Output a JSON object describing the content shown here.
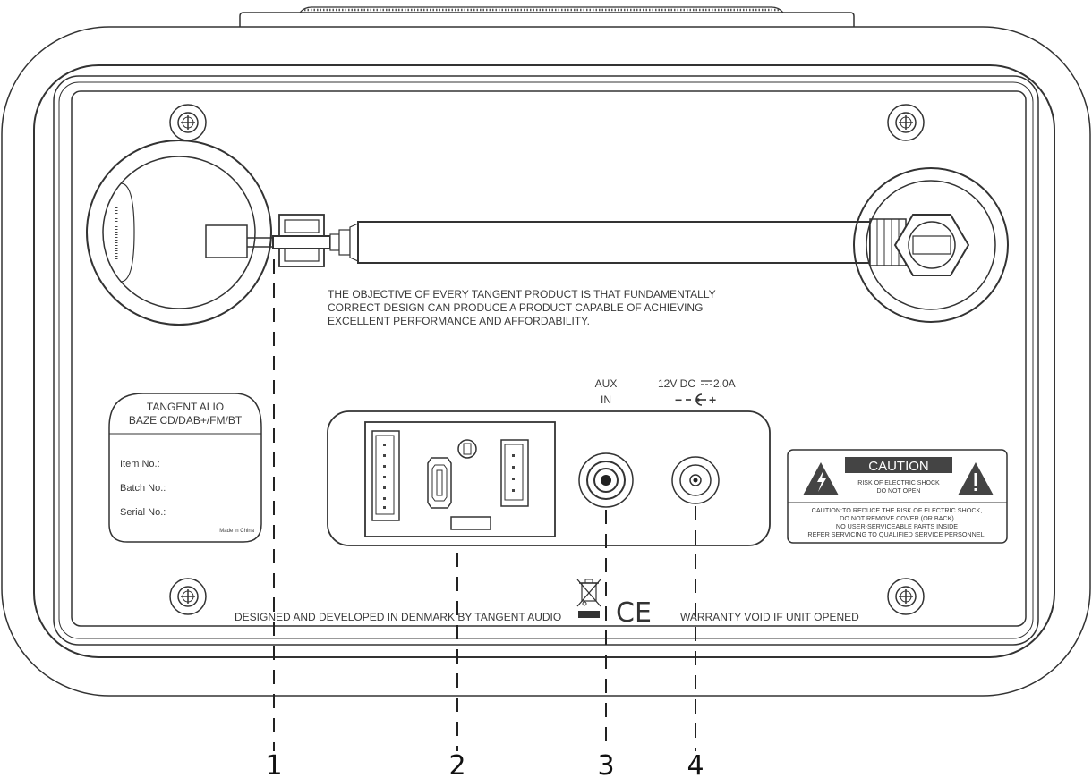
{
  "objective_text": [
    "THE OBJECTIVE OF EVERY TANGENT PRODUCT IS THAT FUNDAMENTALLY",
    "CORRECT DESIGN CAN PRODUCE A PRODUCT CAPABLE OF ACHIEVING",
    "EXCELLENT PERFORMANCE AND AFFORDABILITY."
  ],
  "label_plate": {
    "title": "TANGENT ALIO",
    "model": "BAZE CD/DAB+/FM/BT",
    "fields": [
      "Item No.:",
      "Batch No.:",
      "Serial No.:"
    ],
    "origin": "Made in China"
  },
  "aux_label": [
    "AUX",
    "IN"
  ],
  "power_label": {
    "line1": "12V DC",
    "line1_suffix": "2.0A",
    "polarity_minus": "−",
    "polarity_plus": "+"
  },
  "caution": {
    "title": "CAUTION",
    "sub": [
      "RISK OF ELECTRIC SHOCK",
      "DO NOT OPEN"
    ],
    "body": [
      "CAUTION:TO REDUCE THE RISK OF ELECTRIC SHOCK,",
      "DO NOT REMOVE COVER (OR BACK)",
      "NO USER-SERVICEABLE PARTS INSIDE",
      "REFER SERVICING TO QUALIFIED SERVICE PERSONNEL."
    ]
  },
  "footer_left": "DESIGNED AND DEVELOPED IN DENMARK BY TANGENT AUDIO",
  "footer_right": "WARRANTY VOID IF UNIT OPENED",
  "ce_mark": "CE",
  "callouts": [
    "1",
    "2",
    "3",
    "4"
  ],
  "line_color": "#333333"
}
